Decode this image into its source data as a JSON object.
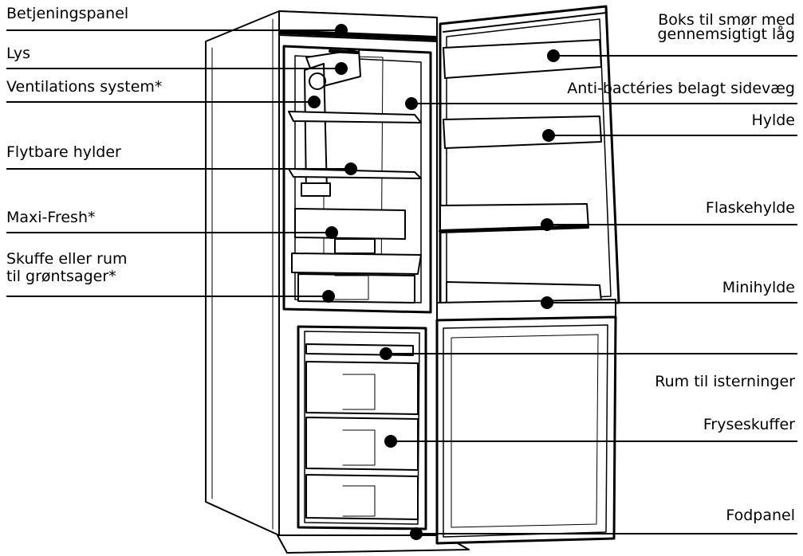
{
  "labels_left": [
    {
      "id": "control-panel",
      "lines": [
        "Betjeningspanel"
      ]
    },
    {
      "id": "light",
      "lines": [
        "Lys"
      ]
    },
    {
      "id": "ventilation-system",
      "lines": [
        "Ventilations system*"
      ]
    },
    {
      "id": "removable-shelves",
      "lines": [
        "Flytbare hylder"
      ]
    },
    {
      "id": "maxi-fresh",
      "lines": [
        "Maxi-Fresh*"
      ]
    },
    {
      "id": "vegetable-drawer",
      "lines": [
        "Skuffe eller rum",
        "til grøntsager*"
      ]
    }
  ],
  "labels_right": [
    {
      "id": "butter-box",
      "lines": [
        "Boks til smør med",
        "gennemsigtigt låg"
      ]
    },
    {
      "id": "antibacterial-wall",
      "lines": [
        "Anti-bactéries belagt sidevæg"
      ]
    },
    {
      "id": "shelf",
      "lines": [
        "Hylde"
      ]
    },
    {
      "id": "bottle-shelf",
      "lines": [
        "Flaskehylde"
      ]
    },
    {
      "id": "mini-shelf",
      "lines": [
        "Minihylde"
      ]
    },
    {
      "id": "ice-cube-compartment",
      "lines": [
        "Rum til isterninger"
      ]
    },
    {
      "id": "freezer-drawers",
      "lines": [
        "Fryseskuffer"
      ]
    },
    {
      "id": "kick-plate",
      "lines": [
        "Fodpanel"
      ]
    }
  ],
  "colors": {
    "ink": "#000000",
    "paper": "#ffffff",
    "shade": "#d9d9d9"
  }
}
